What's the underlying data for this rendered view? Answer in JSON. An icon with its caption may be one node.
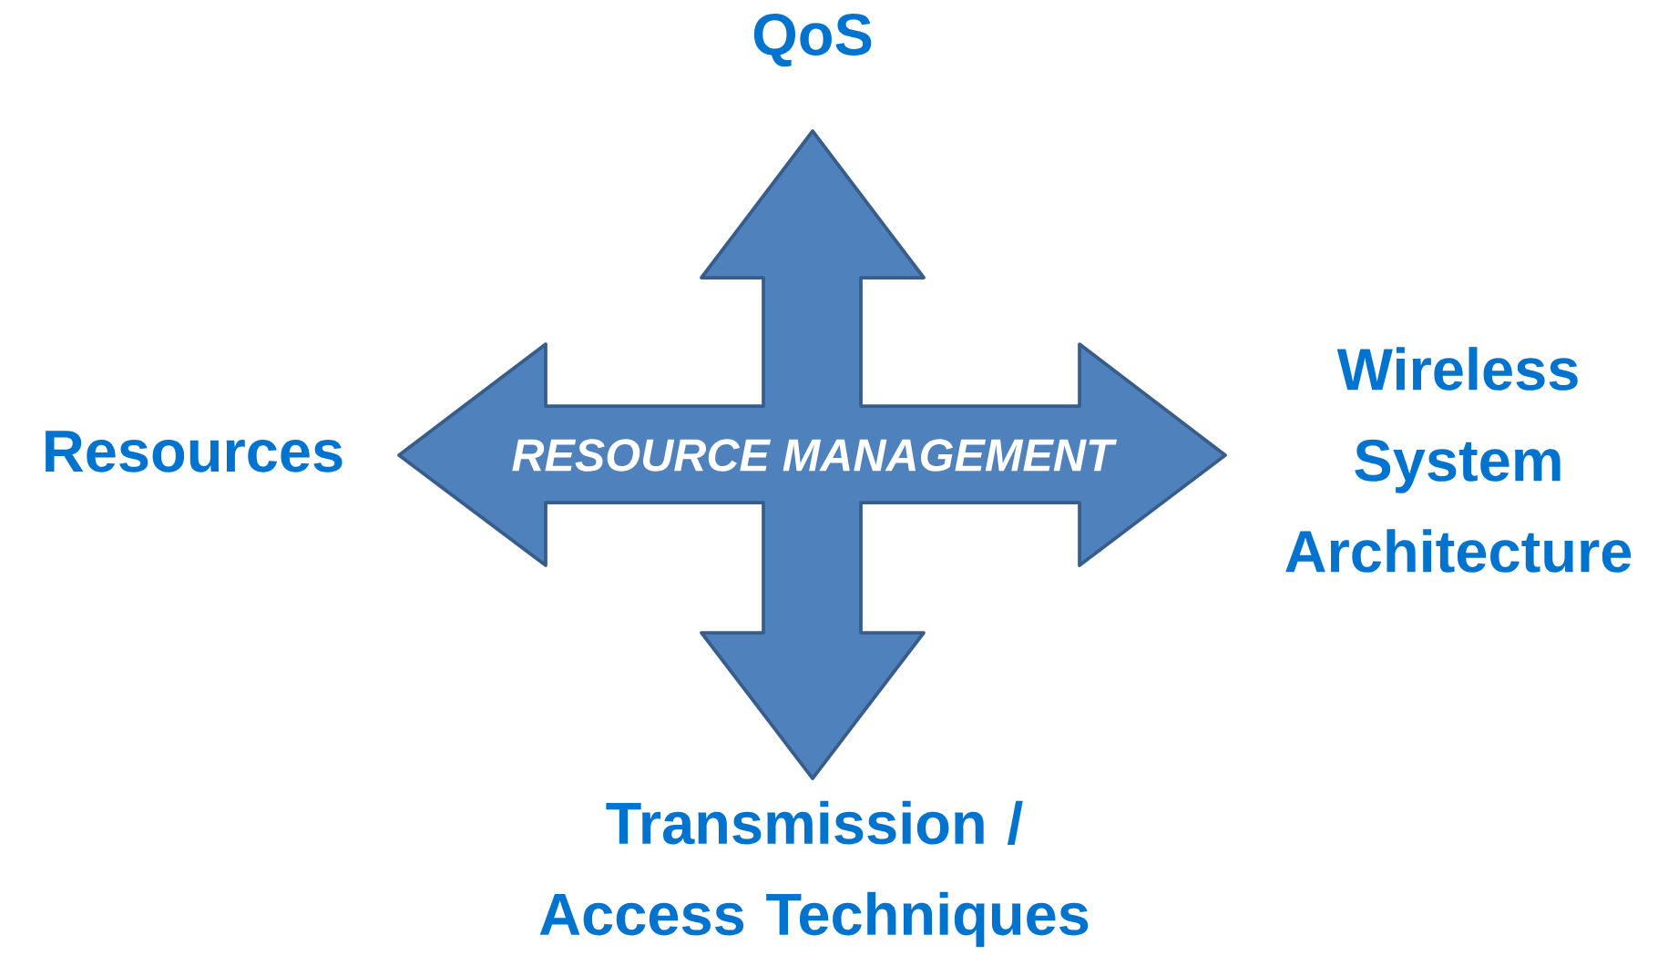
{
  "diagram": {
    "nodes": [
      {
        "text": [
          "QoS"
        ]
      },
      {
        "text": [
          "Resources"
        ]
      },
      {
        "text": [
          "RESOURCE MANAGEMENT"
        ]
      },
      {
        "text": [
          "Wireless System Architecture"
        ]
      },
      {
        "text": [
          "Transmission / Access Techniques"
        ]
      }
    ]
  }
}
